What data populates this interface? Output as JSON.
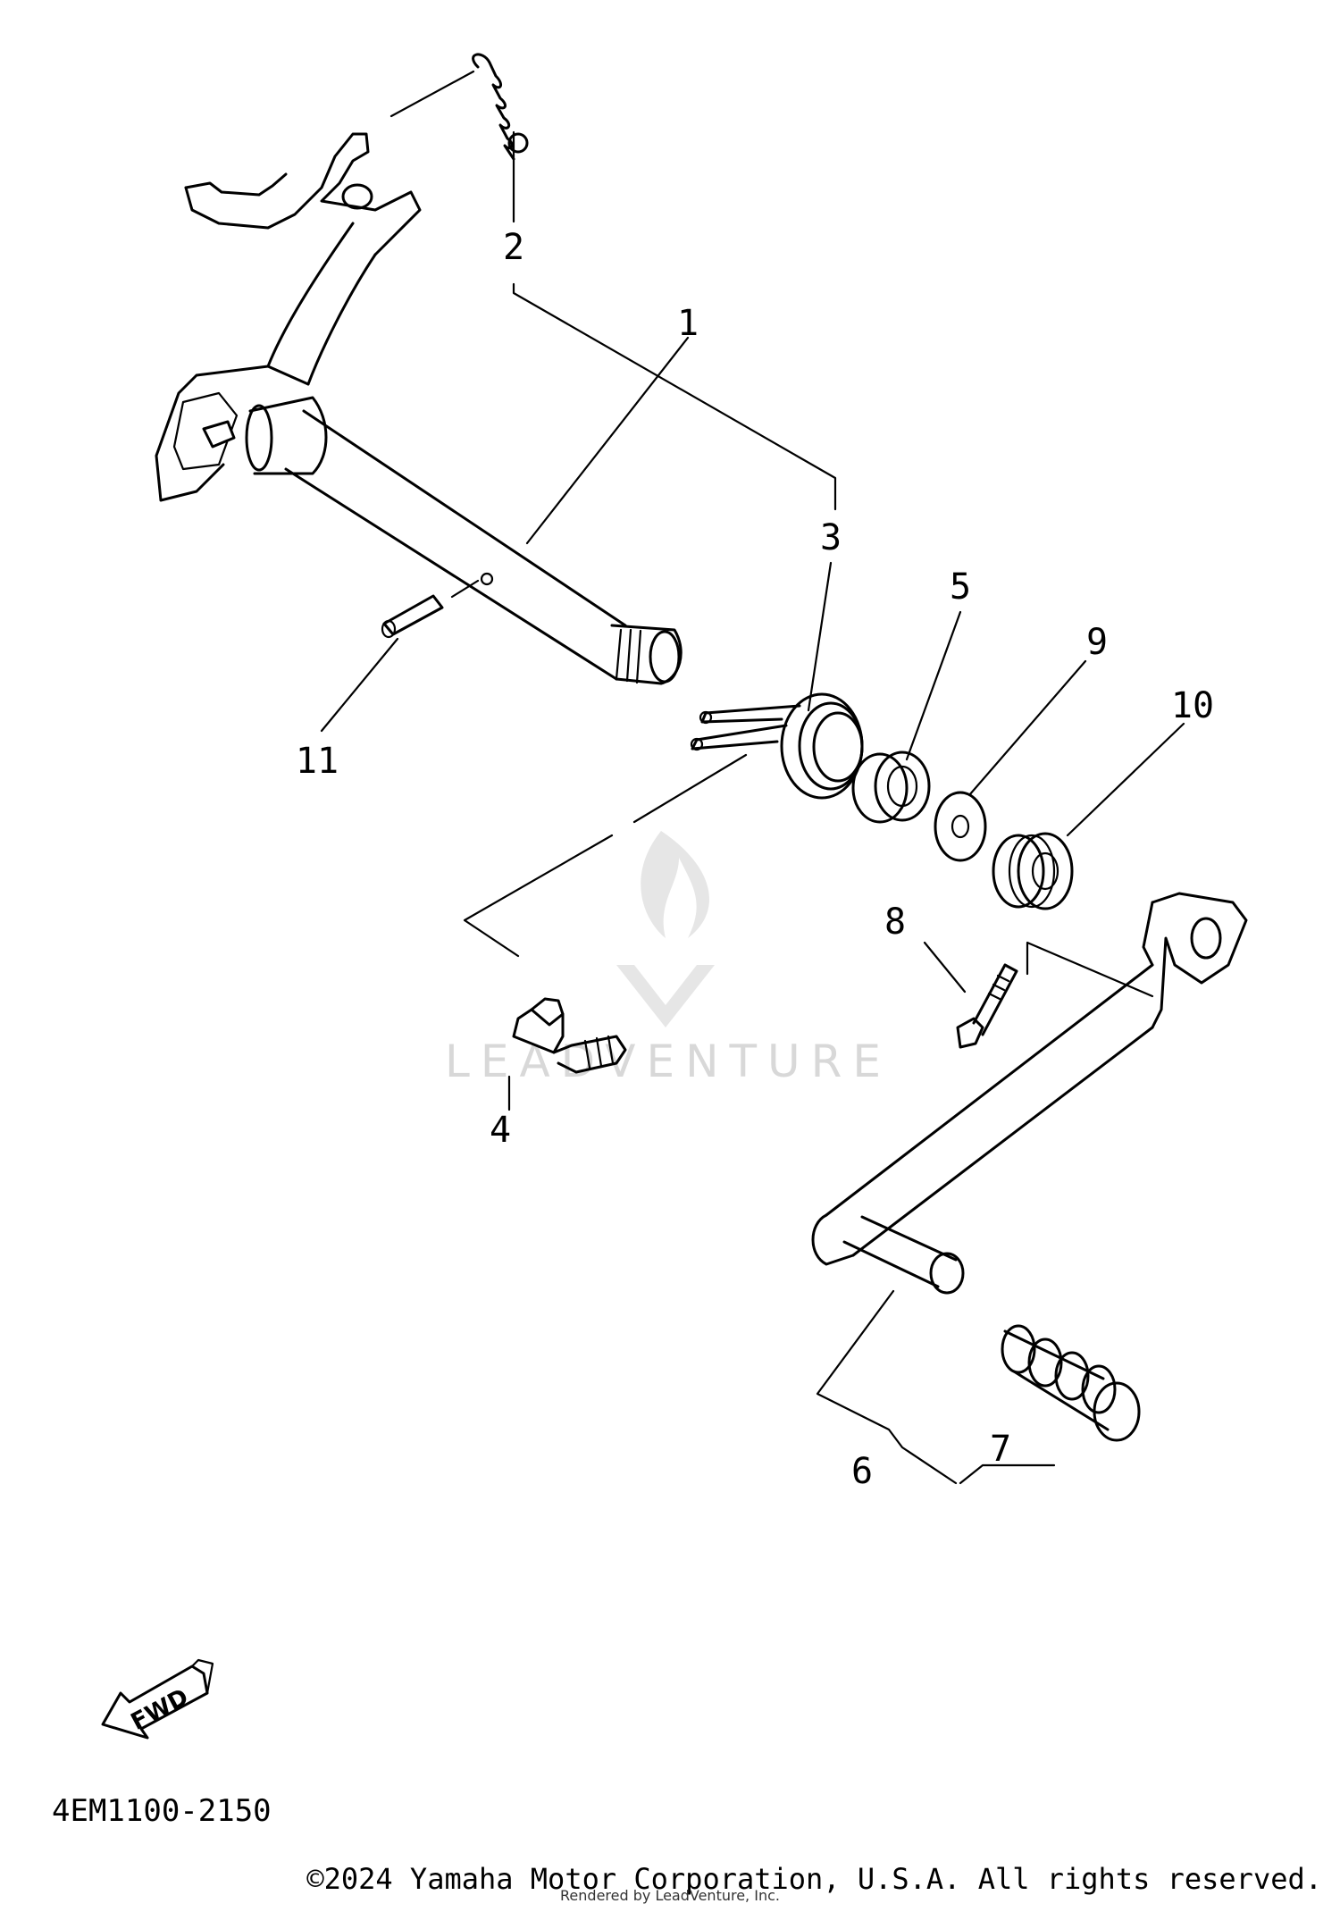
{
  "diagram": {
    "callouts": [
      {
        "id": "1",
        "label": "1"
      },
      {
        "id": "2",
        "label": "2"
      },
      {
        "id": "3",
        "label": "3"
      },
      {
        "id": "4",
        "label": "4"
      },
      {
        "id": "5",
        "label": "5"
      },
      {
        "id": "6",
        "label": "6"
      },
      {
        "id": "7",
        "label": "7"
      },
      {
        "id": "8",
        "label": "8"
      },
      {
        "id": "9",
        "label": "9"
      },
      {
        "id": "10",
        "label": "10"
      },
      {
        "id": "11",
        "label": "11"
      }
    ],
    "direction_label": "FWD",
    "diagram_code": "4EM1100-2150",
    "watermark": "LEADVENTURE"
  },
  "footer": {
    "copyright": "©2024 Yamaha Motor Corporation, U.S.A. All rights reserved.",
    "rendered_by": "Rendered by LeadVenture, Inc."
  }
}
